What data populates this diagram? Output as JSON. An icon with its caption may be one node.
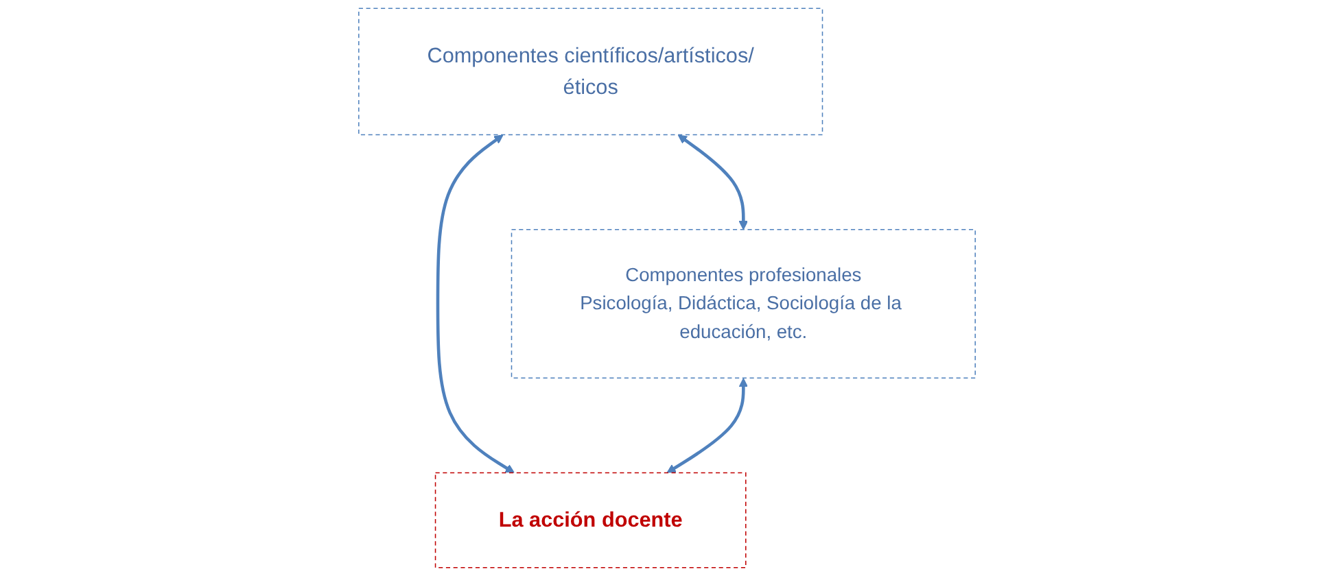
{
  "diagram": {
    "nodes": [
      {
        "text": [
          "Componentes científicos/artísticos/éticos"
        ]
      },
      {
        "text": [
          "Componentes profesionales",
          "Psicología, Didáctica, Sociología de la educación, etc."
        ]
      },
      {
        "text": [
          "La acción docente"
        ]
      }
    ],
    "edges": [
      {
        "from": 0,
        "to": 1,
        "arrow": "both"
      },
      {
        "from": 0,
        "to": 2,
        "arrow": "both"
      },
      {
        "from": 1,
        "to": 2,
        "arrow": "both"
      }
    ]
  }
}
